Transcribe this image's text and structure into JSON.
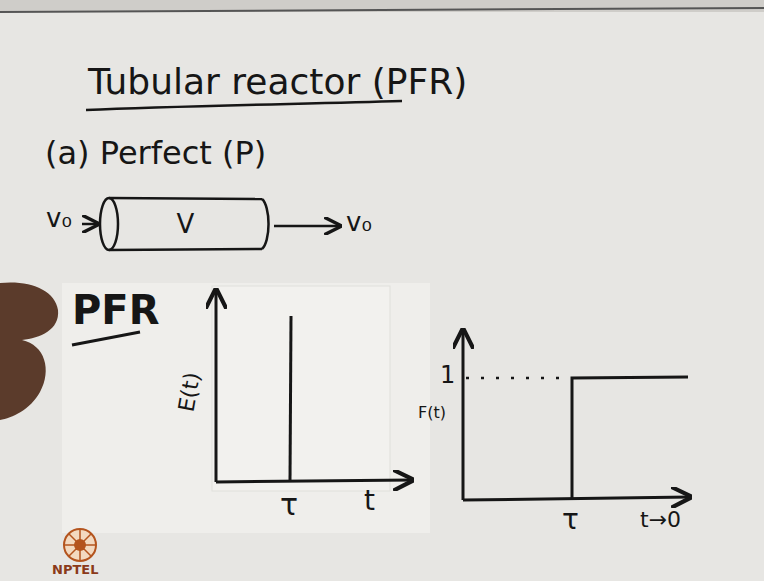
{
  "diagram": {
    "title": "Tubular reactor (PFR)",
    "nodes": [
      {
        "text": [
          "V"
        ]
      }
    ],
    "labels": [
      "(a) Perfect (P)",
      "v₀",
      "v₀",
      "PFR",
      "E(t)",
      "τ",
      "t",
      "1",
      "F(t)",
      "τ",
      "t→0",
      "NPTEL"
    ]
  }
}
